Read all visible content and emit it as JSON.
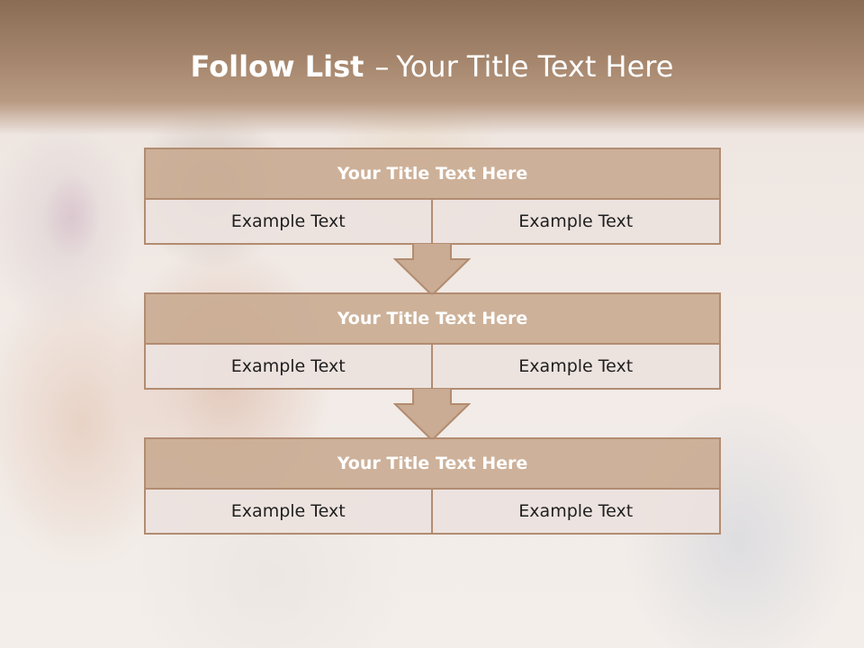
{
  "slide": {
    "title_bold": "Follow List",
    "title_separator": "–",
    "title_rest": "Your Title Text Here"
  },
  "blocks": [
    {
      "title": "Your Title Text Here",
      "left_text": "Example Text",
      "right_text": "Example Text"
    },
    {
      "title": "Your Title Text Here",
      "left_text": "Example Text",
      "right_text": "Example Text"
    },
    {
      "title": "Your Title Text Here",
      "left_text": "Example Text",
      "right_text": "Example Text"
    }
  ],
  "colors": {
    "title_fill": "#caab93",
    "border": "#b28c71",
    "cell_fill": "#ece2de",
    "header_band": "#a5866d"
  }
}
